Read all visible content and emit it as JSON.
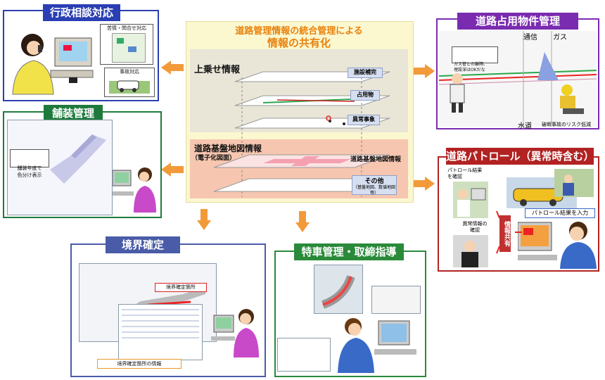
{
  "center": {
    "title_line1": "道路管理情報の統合管理による",
    "title_line2": "情報の共有化",
    "upper_layer_label": "上乗せ情報",
    "tags": [
      "施設補完",
      "占用物",
      "異常事象"
    ],
    "base_label": "道路基盤地図情報",
    "base_sub": "（電子化図面）",
    "base_tag": "道路基盤地図情報",
    "other_label": "その他",
    "other_sub": "（基盤地図、数値地図等）"
  },
  "panels": {
    "gyosei": {
      "title": "行政相談対応",
      "callout1": "苦情・問合せ対応",
      "callout2": "事故対応"
    },
    "hoso": {
      "title": "舗装管理",
      "callout": "舗装年度で\n色分け表示"
    },
    "kyokai": {
      "title": "境界確定",
      "callout_top": "境界確定箇所",
      "callout_bottom": "境界確定箇所の情報"
    },
    "tokusha": {
      "title": "特車管理・取締指導"
    },
    "senyo": {
      "title": "道路占用物件管理",
      "label_tsushin": "通信",
      "label_gas": "ガス",
      "note": "ガス管との離隔、\n埋設深はOKだな",
      "label_suido": "水道",
      "note2": "破断事故のリスク低減"
    },
    "patrol": {
      "title": "道路パトロール（異常時含む）",
      "kekka_kakunin": "パトロール結果\nを確認",
      "ijo_kakunin": "異常情報の\n確認",
      "share": "情報共有",
      "input": "パトロール結果を入力"
    }
  },
  "colors": {
    "blue": "#2a3fb3",
    "green": "#1e7a3c",
    "purple": "#7a2cb0",
    "red": "#b22222",
    "kyokai": "#4a5ca8",
    "tokusha": "#2a8a3a",
    "orange": "#f29a3a"
  }
}
